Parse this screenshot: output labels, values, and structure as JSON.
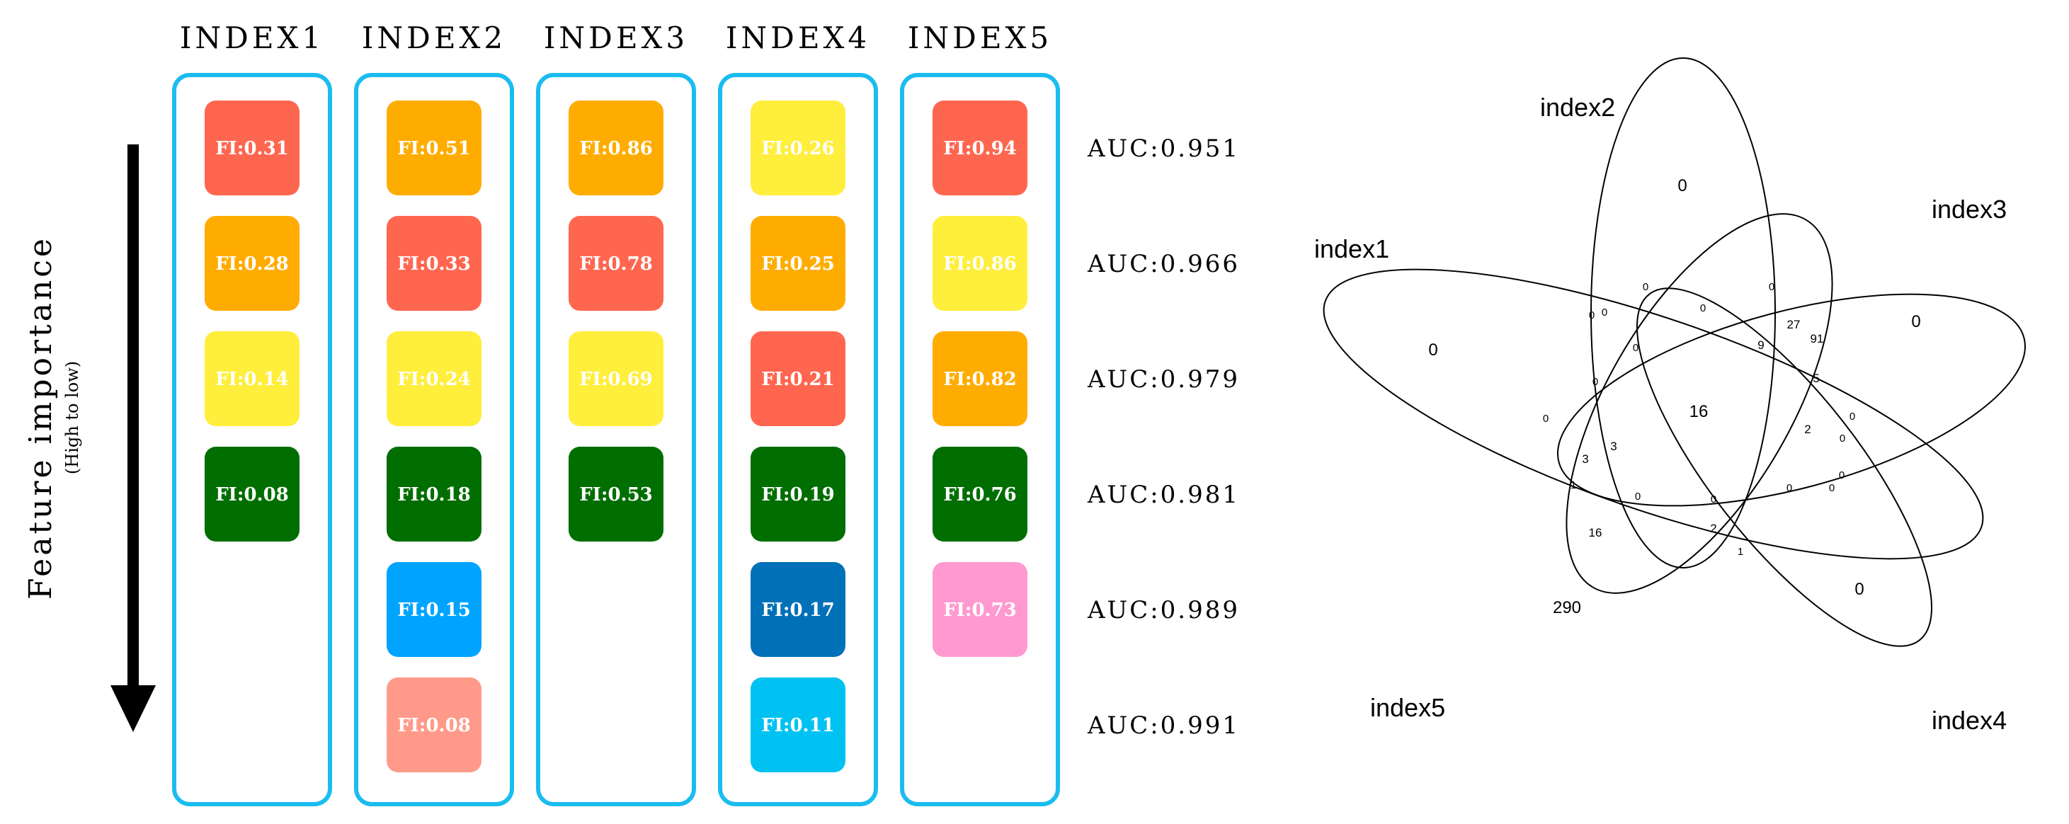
{
  "title_axis": {
    "label": "Feature importance",
    "sublabel": "(High to low)"
  },
  "colors": {
    "frame": "#1bbcf0",
    "red": "#ff6650",
    "orange": "#ffac00",
    "yellow": "#ffee3c",
    "dark_green": "#006e00",
    "light_blue": "#00a4ff",
    "salmon": "#ff9a8a",
    "mid_blue": "#0070b8",
    "cyan": "#00c2f2",
    "pink": "#ff99d0",
    "tile_text": "#ffffff",
    "ink": "#000000"
  },
  "columns": [
    {
      "header": "INDEX1",
      "tiles": [
        {
          "label": "FI:0.31",
          "value": 0.31,
          "color": "red"
        },
        {
          "label": "FI:0.28",
          "value": 0.28,
          "color": "orange"
        },
        {
          "label": "FI:0.14",
          "value": 0.14,
          "color": "yellow"
        },
        {
          "label": "FI:0.08",
          "value": 0.08,
          "color": "dark_green"
        }
      ]
    },
    {
      "header": "INDEX2",
      "tiles": [
        {
          "label": "FI:0.51",
          "value": 0.51,
          "color": "orange"
        },
        {
          "label": "FI:0.33",
          "value": 0.33,
          "color": "red"
        },
        {
          "label": "FI:0.24",
          "value": 0.24,
          "color": "yellow"
        },
        {
          "label": "FI:0.18",
          "value": 0.18,
          "color": "dark_green"
        },
        {
          "label": "FI:0.15",
          "value": 0.15,
          "color": "light_blue"
        },
        {
          "label": "FI:0.08",
          "value": 0.08,
          "color": "salmon"
        }
      ]
    },
    {
      "header": "INDEX3",
      "tiles": [
        {
          "label": "FI:0.86",
          "value": 0.86,
          "color": "orange"
        },
        {
          "label": "FI:0.78",
          "value": 0.78,
          "color": "red"
        },
        {
          "label": "FI:0.69",
          "value": 0.69,
          "color": "yellow"
        },
        {
          "label": "FI:0.53",
          "value": 0.53,
          "color": "dark_green"
        }
      ]
    },
    {
      "header": "INDEX4",
      "tiles": [
        {
          "label": "FI:0.26",
          "value": 0.26,
          "color": "yellow"
        },
        {
          "label": "FI:0.25",
          "value": 0.25,
          "color": "orange"
        },
        {
          "label": "FI:0.21",
          "value": 0.21,
          "color": "red"
        },
        {
          "label": "FI:0.19",
          "value": 0.19,
          "color": "dark_green"
        },
        {
          "label": "FI:0.17",
          "value": 0.17,
          "color": "mid_blue"
        },
        {
          "label": "FI:0.11",
          "value": 0.11,
          "color": "cyan"
        }
      ]
    },
    {
      "header": "INDEX5",
      "tiles": [
        {
          "label": "FI:0.94",
          "value": 0.94,
          "color": "red"
        },
        {
          "label": "FI:0.86",
          "value": 0.86,
          "color": "yellow"
        },
        {
          "label": "FI:0.82",
          "value": 0.82,
          "color": "orange"
        },
        {
          "label": "FI:0.76",
          "value": 0.76,
          "color": "dark_green"
        },
        {
          "label": "FI:0.73",
          "value": 0.73,
          "color": "pink"
        }
      ]
    }
  ],
  "auc_labels": [
    "AUC:0.951",
    "AUC:0.966",
    "AUC:0.979",
    "AUC:0.981",
    "AUC:0.989",
    "AUC:0.991"
  ],
  "venn": {
    "sets": [
      "index1",
      "index2",
      "index3",
      "index4",
      "index5"
    ],
    "regions": [
      {
        "label": "0",
        "in": [
          "index1"
        ]
      },
      {
        "label": "0",
        "in": [
          "index2"
        ]
      },
      {
        "label": "0",
        "in": [
          "index3"
        ]
      },
      {
        "label": "0",
        "in": [
          "index4"
        ]
      },
      {
        "label": "290",
        "in": [
          "index5"
        ]
      },
      {
        "label": "16",
        "in": [
          "index1",
          "index2",
          "index3",
          "index4",
          "index5"
        ]
      },
      {
        "label": "0",
        "in": []
      },
      {
        "label": "0",
        "in": []
      },
      {
        "label": "0",
        "in": []
      },
      {
        "label": "0",
        "in": []
      },
      {
        "label": "0",
        "in": []
      },
      {
        "label": "0",
        "in": []
      },
      {
        "label": "0",
        "in": []
      },
      {
        "label": "0",
        "in": []
      },
      {
        "label": "0",
        "in": []
      },
      {
        "label": "0",
        "in": []
      },
      {
        "label": "0",
        "in": []
      },
      {
        "label": "0",
        "in": []
      },
      {
        "label": "0",
        "in": []
      },
      {
        "label": "0",
        "in": []
      },
      {
        "label": "0",
        "in": []
      },
      {
        "label": "27",
        "in": []
      },
      {
        "label": "91",
        "in": []
      },
      {
        "label": "9",
        "in": []
      },
      {
        "label": "5",
        "in": []
      },
      {
        "label": "2",
        "in": []
      },
      {
        "label": "3",
        "in": []
      },
      {
        "label": "3",
        "in": []
      },
      {
        "label": "1",
        "in": []
      },
      {
        "label": "16",
        "in": []
      },
      {
        "label": "2",
        "in": []
      },
      {
        "label": "1",
        "in": []
      }
    ]
  }
}
